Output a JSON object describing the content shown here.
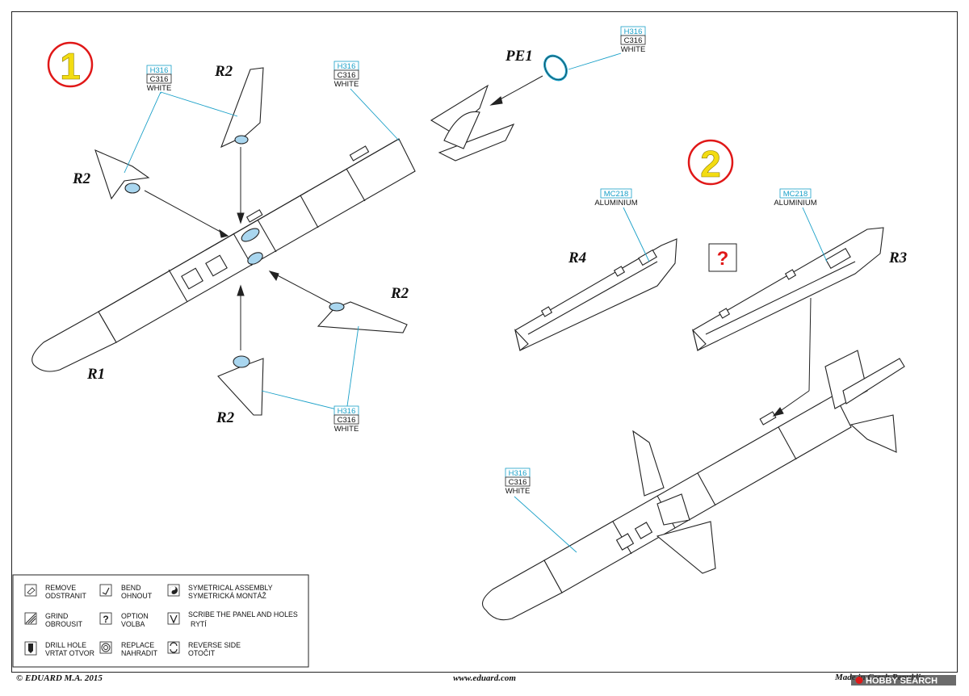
{
  "steps": {
    "step1": "1",
    "step2": "2"
  },
  "parts": {
    "pe1": "PE1",
    "r1": "R1",
    "r2": "R2",
    "r3": "R3",
    "r4": "R4"
  },
  "paint": {
    "h316": "H316",
    "c316": "C316",
    "white": "WHITE",
    "mc218": "MC218",
    "aluminium": "ALUMINIUM"
  },
  "option_marker": "?",
  "legend": {
    "remove": [
      "REMOVE",
      "ODSTRANIT"
    ],
    "bend": [
      "BEND",
      "OHNOUT"
    ],
    "symmetrical": [
      "SYMETRICAL ASSEMBLY",
      "SYMETRICKÁ MONTÁŽ"
    ],
    "grind": [
      "GRIND",
      "OBROUSIT"
    ],
    "option": [
      "OPTION",
      "VOLBA"
    ],
    "scribe": [
      "SCRIBE THE PANEL AND HOLES",
      "RYTÍ"
    ],
    "drill": [
      "DRILL HOLE",
      "VRTAT OTVOR"
    ],
    "replace": [
      "REPLACE",
      "NAHRADIT"
    ],
    "reverse": [
      "REVERSE SIDE",
      "OTOČIT"
    ]
  },
  "footer": {
    "copyright": "© EDUARD  M.A. 2015",
    "website": "www.eduard.com",
    "origin": "Made in Czech Republic"
  },
  "watermark": "HOBBY SEARCH",
  "colors": {
    "step_ring": "#e01818",
    "step_number": "#f3dc12",
    "callout": "#1aa0c8",
    "highlight_part": "#a9d6ef",
    "option_marker": "#e01818"
  }
}
